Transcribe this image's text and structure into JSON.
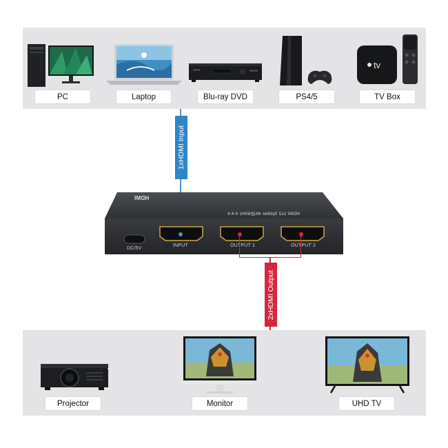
{
  "inputs": {
    "devices": [
      {
        "label": "PC",
        "icon": "pc-icon"
      },
      {
        "label": "Laptop",
        "icon": "laptop-icon"
      },
      {
        "label": "Blu-ray DVD",
        "icon": "bluray-player-icon"
      },
      {
        "label": "PS4/5",
        "icon": "game-console-icon"
      },
      {
        "label": "TV Box",
        "icon": "tv-box-icon"
      }
    ]
  },
  "connectors": {
    "input_label": "1xHDMI Input",
    "output_label": "2xHDMI Output"
  },
  "splitter": {
    "brand_top": "HDMI",
    "model_text": "HDMI 1x2 Splitter 4K@60Hz 4:4:4",
    "ports": {
      "power": "DC/5V",
      "input": "INPUT",
      "output1": "OUTPUT 1",
      "output2": "OUTPUT 2"
    }
  },
  "outputs": {
    "devices": [
      {
        "label": "Projector",
        "icon": "projector-icon"
      },
      {
        "label": "Monitor",
        "icon": "monitor-icon"
      },
      {
        "label": "UHD TV",
        "icon": "uhd-tv-icon"
      }
    ]
  },
  "colors": {
    "panel": "#e4e4e6",
    "input_blue": "#2f86c7",
    "output_red": "#d6263d",
    "device_body": "#2b2d30"
  }
}
